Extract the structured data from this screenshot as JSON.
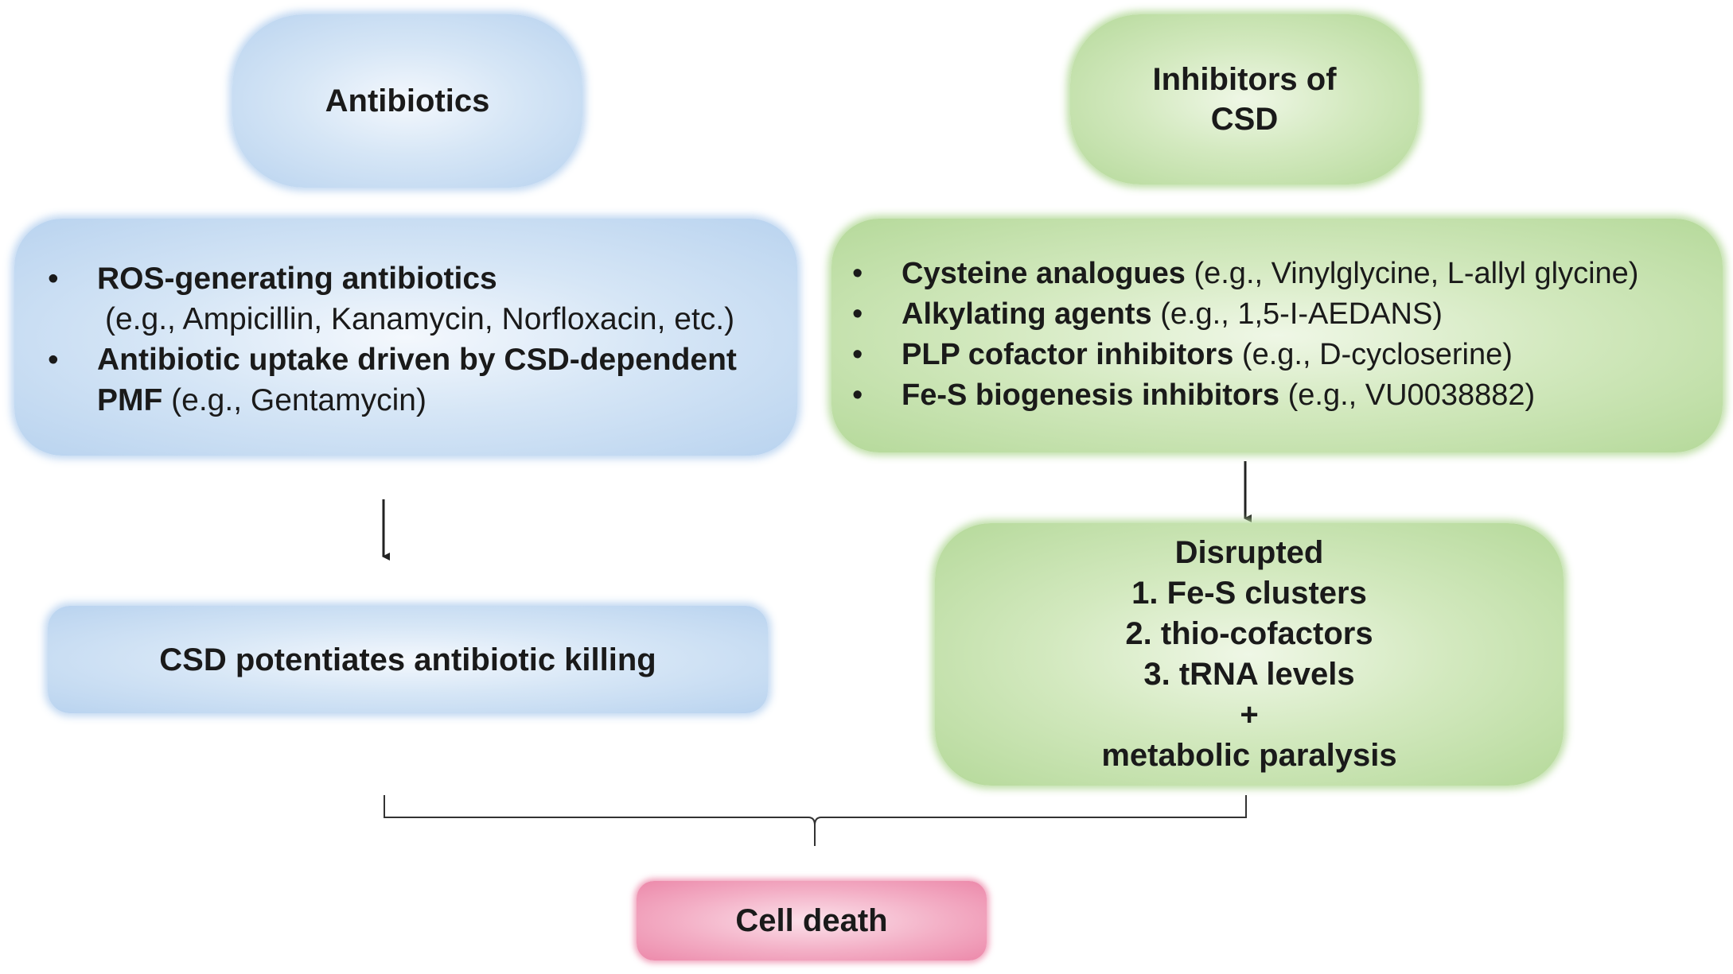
{
  "left": {
    "header": "Antibiotics",
    "items": [
      {
        "bold": "ROS-generating antibiotics",
        "rest": "",
        "note": "(e.g., Ampicillin, Kanamycin, Norfloxacin, etc.)"
      },
      {
        "bold": "Antibiotic uptake driven by CSD-dependent PMF",
        "rest": " (e.g., Gentamycin)"
      }
    ],
    "outcome": "CSD potentiates antibiotic killing"
  },
  "right": {
    "header_line1": "Inhibitors of",
    "header_line2": "CSD",
    "items": [
      {
        "bold": "Cysteine analogues",
        "rest": " (e.g., Vinylglycine, L-allyl glycine)"
      },
      {
        "bold": "Alkylating agents",
        "rest": " (e.g., 1,5-I-AEDANS)"
      },
      {
        "bold": "PLP cofactor inhibitors",
        "rest": " (e.g., D-cycloserine)"
      },
      {
        "bold": "Fe-S biogenesis inhibitors",
        "rest": " (e.g., VU0038882)"
      }
    ],
    "outcome_lines": [
      "Disrupted",
      "1. Fe-S clusters",
      "2. thio-cofactors",
      "3. tRNA levels",
      "+",
      "metabolic paralysis"
    ]
  },
  "bullet": "•",
  "final": "Cell death",
  "colors": {
    "blue": "#b9d3ef",
    "green": "#b5d99a",
    "pink": "#ec89aa",
    "line": "#222222"
  }
}
